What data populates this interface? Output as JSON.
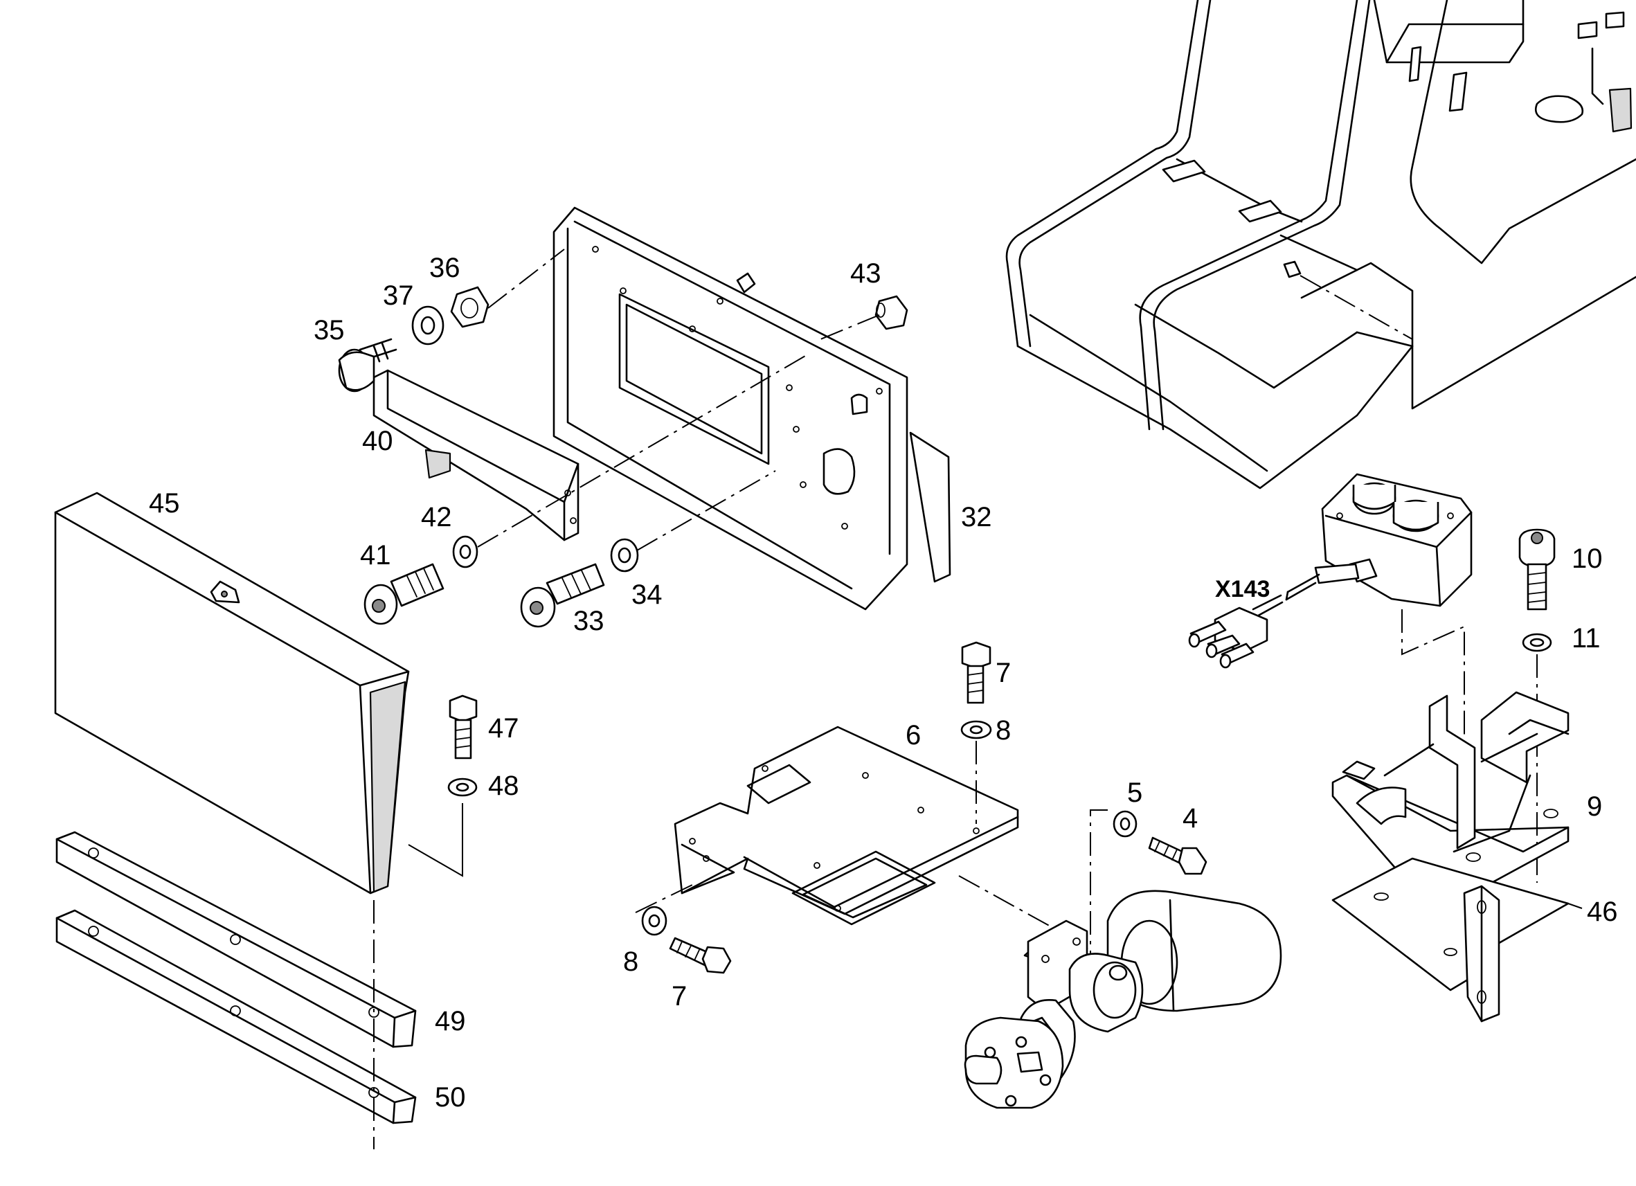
{
  "diagram": {
    "type": "exploded-parts-view",
    "connector_label": "X143",
    "callouts": [
      {
        "id": "c45",
        "text": "45"
      },
      {
        "id": "c35",
        "text": "35"
      },
      {
        "id": "c37",
        "text": "37"
      },
      {
        "id": "c36",
        "text": "36"
      },
      {
        "id": "c43",
        "text": "43"
      },
      {
        "id": "c40",
        "text": "40"
      },
      {
        "id": "c42",
        "text": "42"
      },
      {
        "id": "c41",
        "text": "41"
      },
      {
        "id": "c33",
        "text": "33"
      },
      {
        "id": "c34",
        "text": "34"
      },
      {
        "id": "c32",
        "text": "32"
      },
      {
        "id": "c10",
        "text": "10"
      },
      {
        "id": "c11",
        "text": "11"
      },
      {
        "id": "c7a",
        "text": "7"
      },
      {
        "id": "c8a",
        "text": "8"
      },
      {
        "id": "c6",
        "text": "6"
      },
      {
        "id": "c47",
        "text": "47"
      },
      {
        "id": "c48",
        "text": "48"
      },
      {
        "id": "c5",
        "text": "5"
      },
      {
        "id": "c4",
        "text": "4"
      },
      {
        "id": "c9",
        "text": "9"
      },
      {
        "id": "c46",
        "text": "46"
      },
      {
        "id": "c8b",
        "text": "8"
      },
      {
        "id": "c7b",
        "text": "7"
      },
      {
        "id": "c49",
        "text": "49"
      },
      {
        "id": "c50",
        "text": "50"
      }
    ]
  }
}
